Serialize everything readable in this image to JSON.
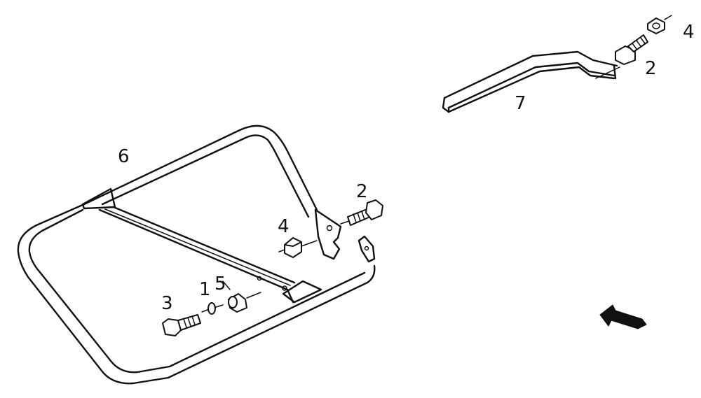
{
  "callouts": {
    "frame_6": "6",
    "bolt_3": "3",
    "washer_1": "1",
    "spacer_5": "5",
    "nut_4_left": "4",
    "bolt_2_left": "2",
    "nut_4_right": "4",
    "bolt_2_right": "2",
    "rail_7": "7"
  },
  "icons": {
    "direction_arrow": "arrow-right-down-icon"
  }
}
